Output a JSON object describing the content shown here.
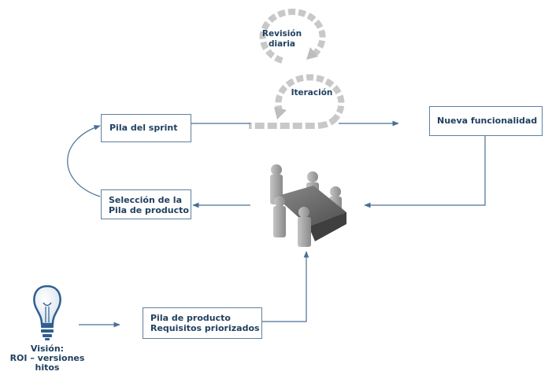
{
  "diagram": {
    "cycle_top_label": [
      "Revisión",
      "diaria"
    ],
    "cycle_bottom_label": "Iteración",
    "boxes": {
      "pila_sprint": "Pila del sprint",
      "nueva_funcionalidad": "Nueva funcionalidad",
      "seleccion": [
        "Selección de la",
        "Pila de producto"
      ],
      "pila_producto": [
        "Pila de producto",
        "Requisitos priorizados"
      ]
    },
    "vision": [
      "Visión:",
      "ROI – versiones",
      "hitos"
    ]
  },
  "colors": {
    "box_border": "#5f7f9f",
    "text": "#1f3f5f",
    "arrow": "#4a6f94",
    "cycle": "#c8c8c8",
    "people": "#9a9a9a",
    "table": "#6a6a6a"
  }
}
